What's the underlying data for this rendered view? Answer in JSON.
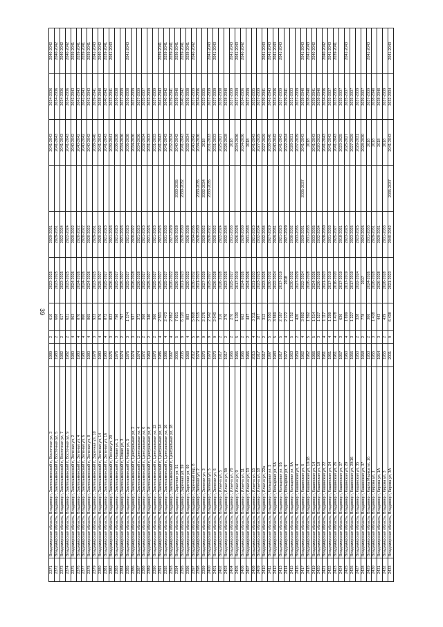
{
  "page_number": "39",
  "rows": [
    [
      "2371",
      "Владимирская область, Владимир г, Заклязьменский п, Восточная ул, 3",
      "1989",
      "2",
      "610",
      "2023-2025",
      "2029-2031",
      "",
      "2041-2043",
      "2034-2036",
      "2040-2042"
    ],
    [
      "2372",
      "Владимирская область, Владимир г, Заклязьменский п, Восточная ул, 5",
      "1983",
      "2",
      "608",
      "2023-2025",
      "2029-2031",
      "",
      "2041-2043",
      "2034-2036",
      "2040-2042"
    ],
    [
      "2373",
      "Владимирская область, Владимир г, Заклязьменский п, Восточная ул, 7",
      "1982",
      "2",
      "617",
      "2023-2025",
      "2022-2024",
      "",
      "2041-2043",
      "2034-2036",
      "2040-2042"
    ],
    [
      "2374",
      "Владимирская область, Владимир г, Заклязьменский п, Восточная ул, 9",
      "1982",
      "2",
      "621",
      "2023-2025",
      "2022-2024",
      "",
      "2041-2043",
      "2034-2036",
      "2040-2042"
    ],
    [
      "2375",
      "Владимирская область, Владимир г, Заклязьменский п, Зеленая ул, 2",
      "1980",
      "4",
      "863",
      "2024-2026",
      "2020-2022",
      "",
      "2040-2042",
      "2041-2043",
      "2039-2041"
    ],
    [
      "2376",
      "Владимирская область, Владимир г, Заклязьменский п, Зеленая ул, 4",
      "1980",
      "4",
      "870",
      "2024-2026",
      "2020-2022",
      "",
      "2040-2042",
      "2041-2043",
      "2039-2041"
    ],
    [
      "2377",
      "Владимирская область, Владимир г, Заклязьменский п, Зеленая ул, 6",
      "1980",
      "4",
      "860",
      "2024-2026",
      "2020-2022",
      "",
      "2040-2042",
      "2041-2043",
      "2039-2041"
    ],
    [
      "2378",
      "Владимирская область, Владимир г, Заклязьменский п, Зеленая ул, 8",
      "1980",
      "4",
      "865",
      "2024-2026",
      "2020-2022",
      "",
      "2040-2042",
      "2041-2043",
      "2039-2041"
    ],
    [
      "2379",
      "Владимирская область, Владимир г, Заклязьменский п, Заречная ул, 10",
      "1978",
      "3",
      "923",
      "2023-2025",
      "2029-2031",
      "",
      "2038-2040",
      "2039-2041",
      "2041-2043"
    ],
    [
      "2380",
      "Владимирская область, Владимир г, Заклязьменский п, Зеленая ул, 14",
      "1980",
      "4",
      "876",
      "2025-2027",
      "2020-2022",
      "",
      "2041-2043",
      "2038-2040",
      "2040-2042"
    ],
    [
      "2381",
      "Владимирская область, Владимир г, Заклязьменский п, Зеленая ул, 16",
      "1980",
      "4",
      "872",
      "2025-2027",
      "2021-2023",
      "",
      "2041-2043",
      "2040-2042",
      "2039-2041"
    ],
    [
      "2382",
      "Владимирская область, Владимир г, Заклязьменский п, Лесная ул, 20",
      "1976",
      "3",
      "823",
      "2026-2028",
      "2021-2023",
      "",
      "2039-2041",
      "2033-2041",
      "2041-2043"
    ],
    [
      "2383",
      "Владимирская область, Владимир г, Заклязьменский п, Новая ул, 1",
      "1976",
      "3",
      "798",
      "2025-2027",
      "2021-2023",
      "",
      "2036-2038",
      "2036-2038",
      ""
    ],
    [
      "2384",
      "Владимирская область, Владимир г, Заклязьменский п, Новая ул, 3",
      "1974",
      "2",
      "797",
      "2025-2027",
      "2021-2023",
      "",
      "2034-2036",
      "2037-2039",
      ""
    ],
    [
      "2385",
      "Владимирская область, Владимир г, Заклязьменский п, Новая ул, 5",
      "1976",
      "3",
      "1 174",
      "2025-2027",
      "2021-2023",
      "",
      "2036-2038",
      "2036-2038",
      "2041-2043"
    ],
    [
      "2386",
      "Владимирская область, Владимир г, Заклязьменский п, Центральная ул, 2",
      "1974",
      "3",
      "937",
      "2026-2028",
      "2020-2022",
      "",
      "2034-2036",
      "2037-2039",
      ""
    ],
    [
      "2387",
      "Владимирская область, Владимир г, Заклязьменский п, Центральная ул, 4",
      "1974",
      "2",
      "372",
      "2026-2028",
      "2021-2023",
      "",
      "2034-2036",
      "2037-2039",
      ""
    ],
    [
      "2388",
      "Владимирская область, Владимир г, Заклязьменский п, Центральная ул, 6",
      "1972",
      "2",
      "368",
      "2025-2027",
      "2021-2023",
      "",
      "2032-2034",
      "2035-2037",
      ""
    ],
    [
      "2389",
      "Владимирская область, Владимир г, Заклязьменский п, Центральная ул, 8",
      "1969",
      "2",
      "340",
      "2025-2027",
      "2021-2023",
      "",
      "2031-2033",
      "2032-2039",
      ""
    ],
    [
      "2390",
      "Владимирская область, Владимир г, Заклязьменский п, Центральная ул, 12",
      "1970",
      "2",
      "360",
      "2025-2027",
      "2021-2023",
      "",
      "2031-2033",
      "2037-2039",
      ""
    ],
    [
      "2391",
      "Владимирская область, Владимир г, Заклязьменский п, Центральная ул, 14",
      "1986",
      "4",
      "2 501",
      "2025-2027",
      "2021-2023",
      "",
      "2041-2043",
      "2041-2043",
      "2039-2041"
    ],
    [
      "2392",
      "Владимирская область, Владимир г, Заклязьменский п, Центральная ул, 16",
      "1986",
      "4",
      "2 473",
      "2025-2027",
      "2031-2033",
      "",
      "2041-2043",
      "2040-2042",
      "2039-2041"
    ],
    [
      "2393",
      "Владимирская область, Владимир г, Заклязьменский п, Центральная ул, 18",
      "1997",
      "4",
      "2 862",
      "2020-2022",
      "2027-2029",
      "",
      "2032-2034",
      "2039-2041",
      "2039-2041"
    ],
    [
      "2394",
      "Владимирская область, Владимир г, Заречная ул, 51",
      "2006",
      "5",
      "7 821",
      "2026-2028",
      "2026-2028",
      "2033-2035",
      "2040-2042",
      "2038-2040",
      "2036-2041"
    ],
    [
      "2395",
      "Владимирская область, Владимир г, Заречная ул, 59",
      "2005",
      "9",
      "6 120",
      "2021-2023",
      "2028-2030",
      "2030-2032",
      "2041-2043",
      "2040-2042",
      "2039-2041"
    ],
    [
      "2396",
      "Владимирская область, Владимир г, Заречная ул, 60",
      "1968",
      "4",
      "883",
      "2020-2022",
      "2026-2028",
      "",
      "2032-2034",
      "2036-2038",
      "2038-2041"
    ],
    [
      "2397",
      "Владимирская область, Владимир г, Заречный пер, 8",
      "2012",
      "5",
      "5 808",
      "2030-2032",
      "2034-2036",
      "",
      "2040-2042",
      "2037-2039",
      "2040-2042"
    ],
    [
      "2398",
      "Владимирская область, Владимир г, Зеленая ул, 2",
      "1974",
      "9",
      "2 515",
      "2021-2023",
      "2028-2030",
      "2033-2035",
      "2034-2036",
      "2034-2036",
      ""
    ],
    [
      "2399",
      "Владимирская область, Владимир г, Зеленая ул, 3",
      "1970",
      "9",
      "2 276",
      "2027-2029",
      "2020-2022",
      "2032-2034",
      "2018",
      "2033-2035",
      ""
    ],
    [
      "2400",
      "Владимирская область, Владимир г, Зеленая ул, 5",
      "1970",
      "9",
      "2 542",
      "2025-2027",
      "2020-2022",
      "2033-2035",
      "2031-2033",
      "2037-2039",
      "2041-2043"
    ],
    [
      "2401",
      "Владимирская область, Владимир г, Зеленая ул, 6",
      "1970",
      "9",
      "2 040",
      "2026-2028",
      "2020-2022",
      "",
      "2031-2033",
      "2037-2039",
      "2041-2043"
    ],
    [
      "2402",
      "Владимирская область, Владимир г, Ильича ул, 5",
      "1917",
      "2",
      "316",
      "2026-2028",
      "2022-2024",
      "",
      "2025-2027",
      "2036-2038",
      ""
    ],
    [
      "2403",
      "Владимирская область, Владимир г, Ильича ул, 5б",
      "1917",
      "2",
      "270",
      "2023-2025",
      "2032-2034",
      "",
      "2026-2028",
      "2038-2040",
      ""
    ],
    [
      "2404",
      "Владимирская область, Владимир г, Ильича ул, 7б",
      "1966",
      "2",
      "270",
      "2025-2027",
      "2031-2033",
      "",
      "2018",
      "2037-2039",
      "2041-2043"
    ],
    [
      "2405",
      "Владимирская область, Владимир г, Ильича ул, 9",
      "1966",
      "5",
      "1 130",
      "2017-2019",
      "2026-2028",
      "",
      "2034-2036",
      "2037-2039",
      "2041-2043"
    ],
    [
      "2406",
      "Владимирская область, Владимир г, Ильича ул, 11",
      "1966",
      "2",
      "662",
      "2024-2026",
      "2028-2030",
      "",
      "2034-2036",
      "2034-2036",
      "2040-2042"
    ],
    [
      "2407",
      "Владимирская область, Владимир г, Ильича ул, 13",
      "1966",
      "2",
      "447",
      "2024-2026",
      "2031-2033",
      "",
      "2018",
      "2037-2039",
      ""
    ],
    [
      "2408",
      "Владимирская область, Владимир г, Ильича ул, 15",
      "2015",
      "4",
      "3 311",
      "2031-2033",
      "2021-2023",
      "",
      "2041-2043",
      "2033-2035",
      ""
    ],
    [
      "2409",
      "Владимирская область, Владимир г, Ильича ул, 18",
      "1917",
      "2",
      "387",
      "2023-2025",
      "2032-2034",
      "",
      "2027-2029",
      "2037-2039",
      ""
    ],
    [
      "2410",
      "Владимирская область, Владимир г, Ильича ул, 22а",
      "1917",
      "2",
      "312",
      "2023-2025",
      "2032-2034",
      "",
      "2027-2029",
      "2039-2041",
      "2041-2043"
    ],
    [
      "2411",
      "Владимирская область, Владимир г, Кольцевая ул, 5",
      "1997",
      "5",
      "3 950",
      "2030-2032",
      "2027-2029",
      "",
      "2038-2040",
      "2041-2043",
      "2041-2043"
    ],
    [
      "2412",
      "Владимирская область, Владимир г, Кольцевая ул, 5А",
      "1983",
      "5",
      "3 569",
      "2022-2024",
      "2029-2031",
      "",
      "2040-2042",
      "2034-2036",
      "2041-2043"
    ],
    [
      "2413",
      "Владимирская область, Владимир г, Кольцевая ул, 5Б",
      "1917",
      "5",
      "2 167",
      "2017-2019",
      "2021-2023",
      "",
      "2041-2043",
      "2037-2039",
      "2041-2043"
    ],
    [
      "2414",
      "Владимирская область, Владимир г, Кольцевая ул, 9",
      "1972",
      "4",
      "2 172",
      "2018",
      "2027-2029",
      "",
      "2022-2024",
      "2029-2041",
      ""
    ],
    [
      "2415",
      "Владимирская область, Владимир г, Кольцевая ул, 9А",
      "1963",
      "5",
      "1 752",
      "2030-2032",
      "2030-2032",
      "",
      "2028-2031",
      "2031-2033",
      ""
    ],
    [
      "2416",
      "Владимирская область, Владимир г, Кашинская ул, 4",
      "1959",
      "2",
      "420",
      "2027-2029",
      "2033-2035",
      "",
      "2037-2039",
      "2037-2039",
      ""
    ],
    [
      "2417",
      "Владимирская область, Владимир г, Кашинская ул, 6",
      "1962",
      "4",
      "3 892",
      "2022-2024",
      "2029-2031",
      "2035-2037",
      "2041-2043",
      "2038-2040",
      "2041-2043"
    ],
    [
      "2418",
      "Владимирская область, Владимир г, Кашинская ул, 10/18",
      "1962",
      "5",
      "1 592",
      "2026-2028",
      "2031-2033",
      "",
      "2018",
      "2038-2040",
      "2041-2043"
    ],
    [
      "2419",
      "Владимирская область, Владимир г, Кашинская ул, 14",
      "1966",
      "5",
      "1 514",
      "2024-2026",
      "2033-2035",
      "",
      "2041-2043",
      "2039-2041",
      "2040-2042"
    ],
    [
      "2420",
      "Владимирская область, Владимир г, Кашинская ул, 18",
      "1966",
      "3",
      "1 527",
      "2026-2028",
      "2032-2034",
      "",
      "2020-2022",
      "2038-2040",
      ""
    ],
    [
      "2421",
      "Владимирская область, Владимир г, Кашинская ул, 22",
      "1961",
      "4",
      "1 117",
      "2021-2023",
      "2028-2030",
      "",
      "2041-2043",
      "2034-2036",
      "2040-2042"
    ],
    [
      "2422",
      "Владимирская область, Владимир г, Кашинская ул, 24",
      "1961",
      "4",
      "1 299",
      "2017-2019",
      "2031-2033",
      "",
      "2041-2043",
      "2035-2037",
      "2041-2043"
    ],
    [
      "2423",
      "Владимирская область, Владимир г, Кашинская ул, 26",
      "1961",
      "4",
      "1 478",
      "2016-2020",
      "2025-2027",
      "",
      "2041-2043",
      "2033-2035",
      "2039-2041"
    ],
    [
      "2424",
      "Владимирская область, Владимир г, Кашинская ул, 27",
      "1957",
      "3",
      "636",
      "2017-2019",
      "2018-2021",
      "",
      "2023-2025",
      "2035-2037",
      ""
    ],
    [
      "2425",
      "Владимирская область, Владимир г, Кашинская ул, 29",
      "1960",
      "4",
      "1 699",
      "2017-2019",
      "2023-2025",
      "",
      "2025-2027",
      "2035-2037",
      "2041-2043"
    ],
    [
      "2426",
      "Владимирская область, Владимир г, Кашинская ул, 29/16",
      "1956",
      "3",
      "1 227",
      "2017-2019",
      "2023-2025",
      "",
      "2027-2029",
      "2035-2037",
      ""
    ],
    [
      "2427",
      "Владимирская область, Владимир г, Кашинская ул, 35",
      "1950",
      "2",
      "328",
      "2022-2024",
      "2023-2025",
      "",
      "2029-2031",
      "2037-2039",
      ""
    ],
    [
      "2428",
      "Владимирская область, Владимир г, Кашинская ул, 37",
      "1958",
      "2",
      "778",
      "2017",
      "2024-2026",
      "",
      "2028-2030",
      "2039-2037",
      ""
    ],
    [
      "2429",
      "Владимирская область, Владимир г, Карла Маркса ул, 16",
      "1950",
      "2",
      "306",
      "2024-2026",
      "2031-2033",
      "",
      "2018",
      "2037-2039",
      "2041-2043"
    ],
    [
      "2430",
      "Владимирская область, Владимир г, Кирова ул, 1",
      "1955",
      "3",
      "1 438",
      "2026-2028",
      "2029-2031",
      "",
      "2018",
      "2038-2040",
      ""
    ],
    [
      "2431",
      "Владимирская область, Владимир г, Кирова ул, 1А",
      "1954",
      "3",
      "443",
      "2026-2028",
      "2029-2031",
      "",
      "2018",
      "2038-2040",
      ""
    ],
    [
      "2432",
      "Владимирская область, Владимир г, Кирова ул, 3",
      "1955",
      "2",
      "439",
      "2026-2028",
      "2031-2033",
      "",
      "2018",
      "2037-2039",
      ""
    ],
    [
      "2433",
      "Владимирская область, Владимир г, Кирова ул, 3А",
      "2001",
      "9",
      "6 438",
      "2021-2023",
      "2040-2042",
      "2035-2037",
      "2041-2043",
      "2032-2034",
      "2041-2043"
    ]
  ]
}
